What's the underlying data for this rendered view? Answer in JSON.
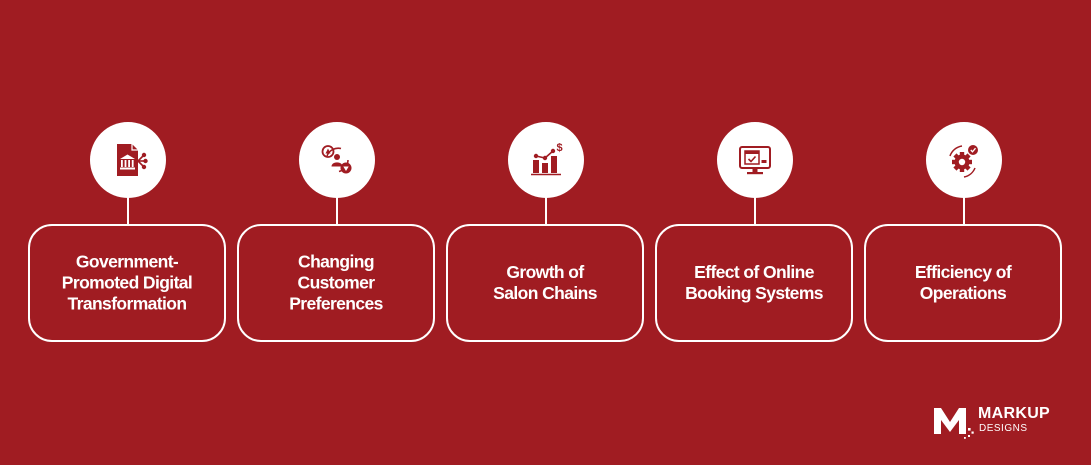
{
  "diagram": {
    "items": [
      {
        "label": "Government-\nPromoted Digital\nTransformation",
        "icon": "government-building-document-icon"
      },
      {
        "label": "Changing\nCustomer\nPreferences",
        "icon": "customer-preferences-cycle-icon"
      },
      {
        "label": "Growth of\nSalon Chains",
        "icon": "growth-chart-dollar-icon"
      },
      {
        "label": "Effect of Online\nBooking Systems",
        "icon": "online-booking-calendar-icon"
      },
      {
        "label": "Efficiency of\nOperations",
        "icon": "gear-efficiency-icon"
      }
    ]
  },
  "logo": {
    "name": "MARKUP",
    "sub": "DESIGNS"
  },
  "colors": {
    "background": "#a01c22",
    "foreground": "#ffffff",
    "icon": "#a01c22"
  }
}
